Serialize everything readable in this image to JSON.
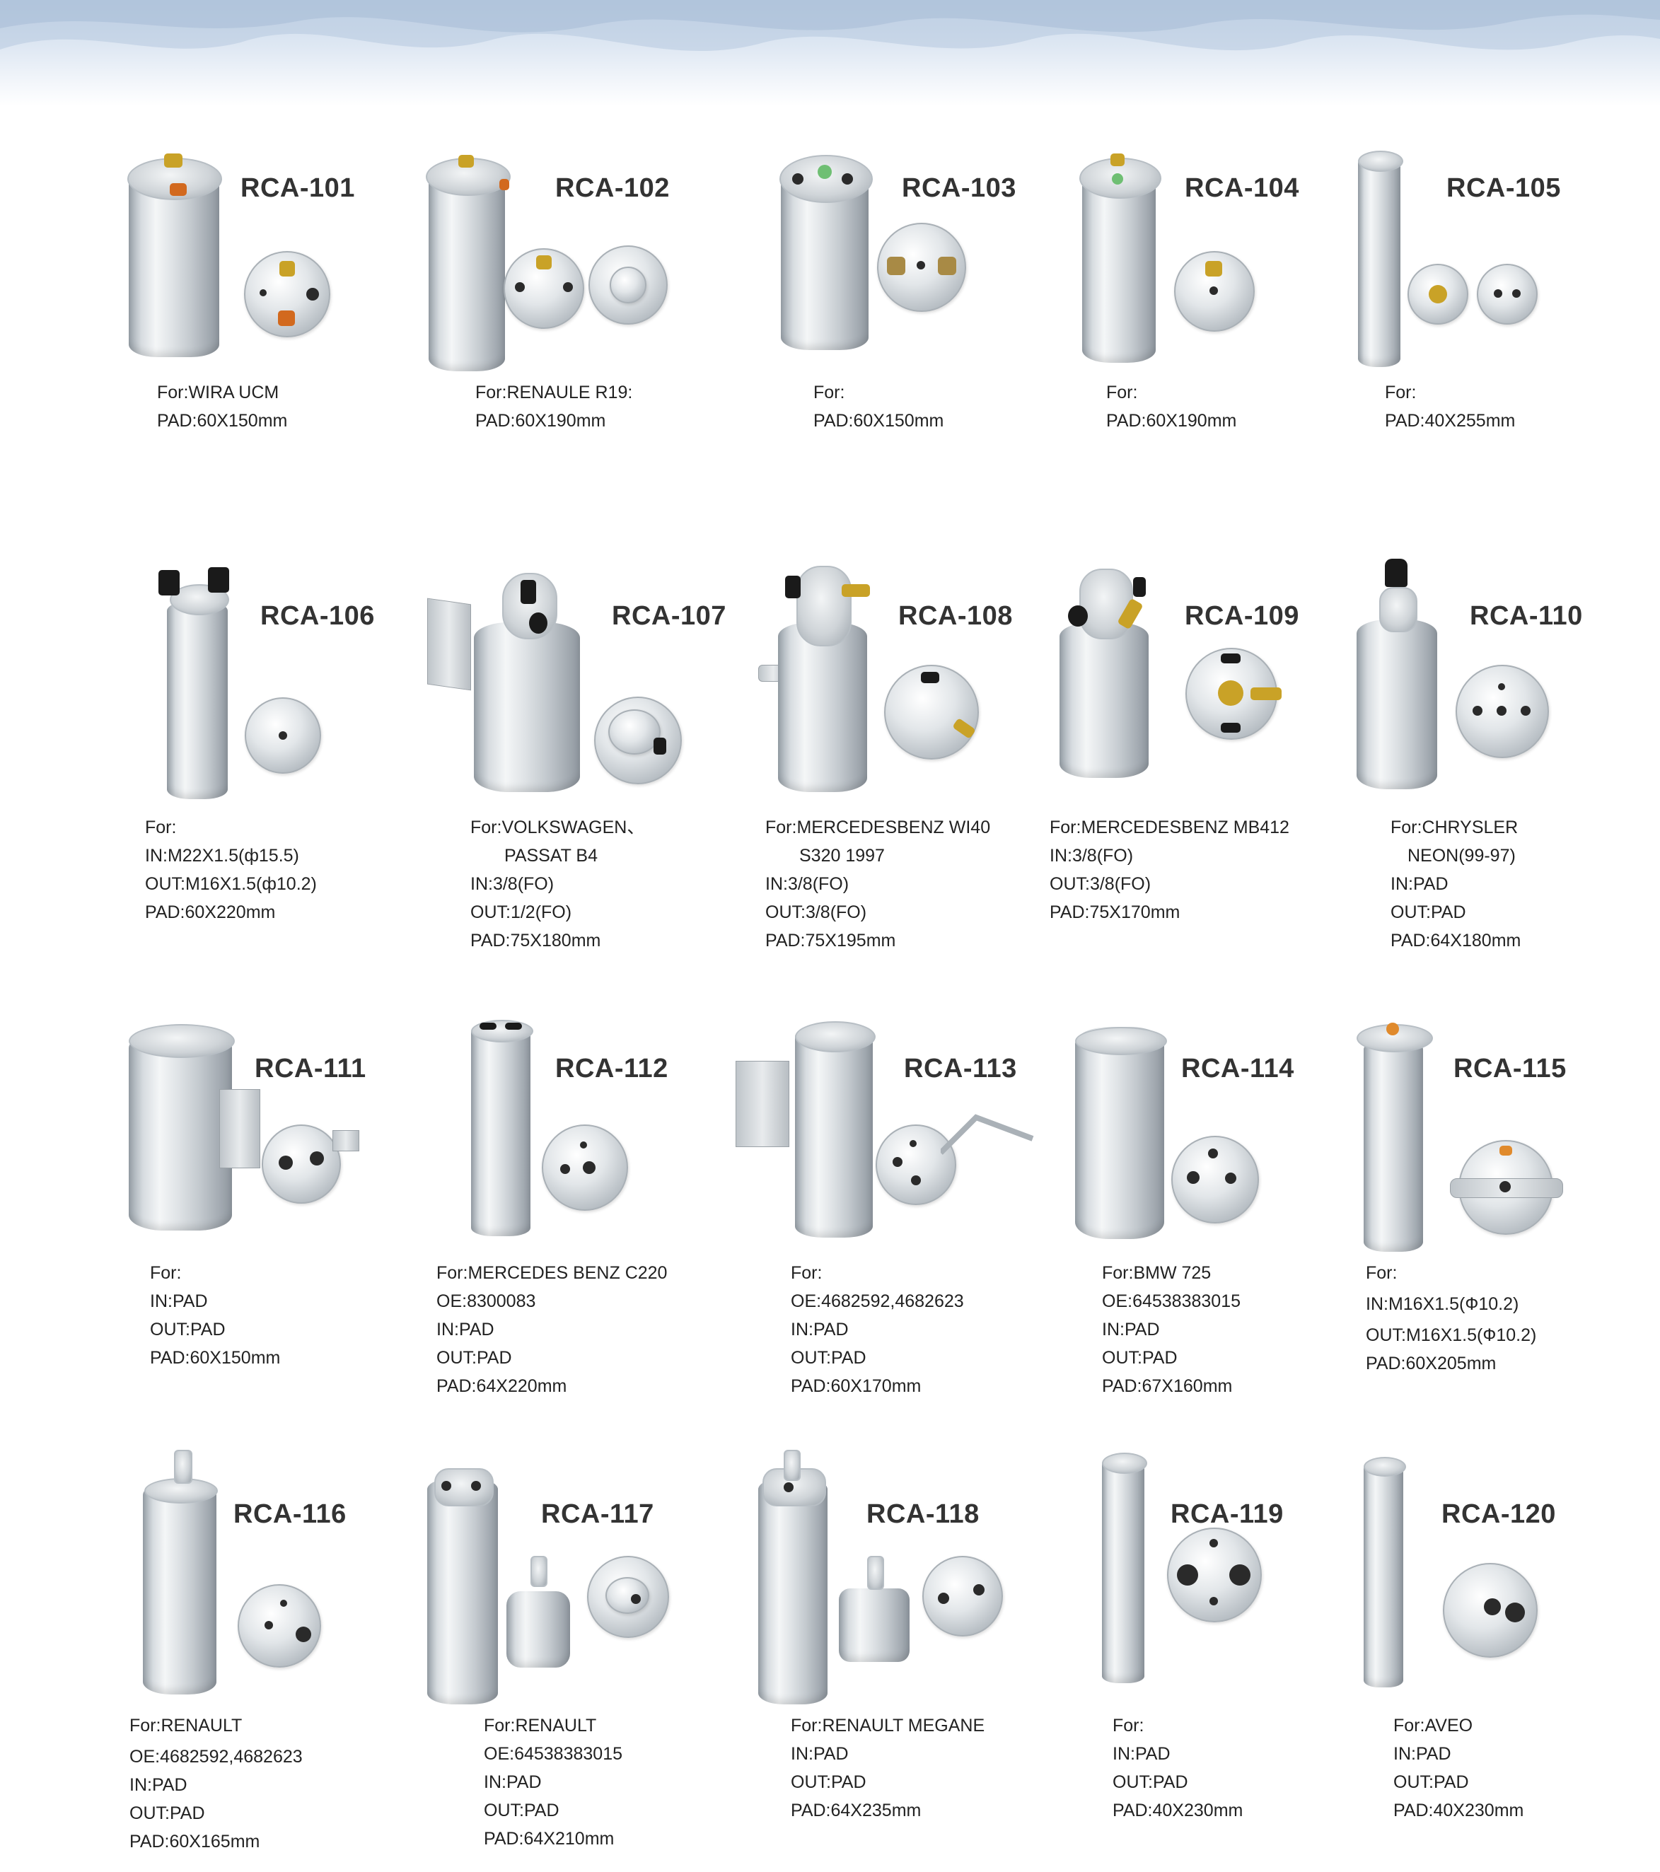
{
  "products": [
    {
      "code": "RCA-101",
      "specs": [
        "For:WIRA UCM",
        "PAD:60X150mm"
      ]
    },
    {
      "code": "RCA-102",
      "specs": [
        "For:RENAULE R19:",
        "PAD:60X190mm"
      ]
    },
    {
      "code": "RCA-103",
      "specs": [
        "For:",
        "PAD:60X150mm"
      ]
    },
    {
      "code": "RCA-104",
      "specs": [
        "For:",
        "PAD:60X190mm"
      ]
    },
    {
      "code": "RCA-105",
      "specs": [
        "For:",
        "PAD:40X255mm"
      ]
    },
    {
      "code": "RCA-106",
      "specs": [
        "For:",
        "IN:M22X1.5(ф15.5)",
        "OUT:M16X1.5(ф10.2)",
        "PAD:60X220mm"
      ]
    },
    {
      "code": "RCA-107",
      "specs": [
        "For:VOLKSWAGEN、",
        "PASSAT B4",
        "IN:3/8(FO)",
        "OUT:1/2(FO)",
        "PAD:75X180mm"
      ]
    },
    {
      "code": "RCA-108",
      "specs": [
        "For:MERCEDESBENZ WI40",
        "S320 1997",
        "IN:3/8(FO)",
        "OUT:3/8(FO)",
        "PAD:75X195mm"
      ]
    },
    {
      "code": "RCA-109",
      "specs": [
        "For:MERCEDESBENZ MB412",
        "IN:3/8(FO)",
        "OUT:3/8(FO)",
        "PAD:75X170mm"
      ]
    },
    {
      "code": "RCA-110",
      "specs": [
        "For:CHRYSLER",
        "NEON(99-97)",
        "IN:PAD",
        "OUT:PAD",
        "PAD:64X180mm"
      ]
    },
    {
      "code": "RCA-111",
      "specs": [
        "For:",
        "IN:PAD",
        "OUT:PAD",
        "PAD:60X150mm"
      ]
    },
    {
      "code": "RCA-112",
      "specs": [
        "For:MERCEDES BENZ C220",
        "OE:8300083",
        "IN:PAD",
        "OUT:PAD",
        "PAD:64X220mm"
      ]
    },
    {
      "code": "RCA-113",
      "specs": [
        "For:",
        "OE:4682592,4682623",
        "IN:PAD",
        "OUT:PAD",
        "PAD:60X170mm"
      ]
    },
    {
      "code": "RCA-114",
      "specs": [
        "For:BMW 725",
        "OE:64538383015",
        "IN:PAD",
        "OUT:PAD",
        "PAD:67X160mm"
      ]
    },
    {
      "code": "RCA-115",
      "specs": [
        "For:",
        "IN:M16X1.5(Ф10.2)",
        "OUT:M16X1.5(Ф10.2)",
        "PAD:60X205mm"
      ]
    },
    {
      "code": "RCA-116",
      "specs": [
        "For:RENAULT",
        "OE:4682592,4682623",
        "IN:PAD",
        "OUT:PAD",
        "PAD:60X165mm"
      ]
    },
    {
      "code": "RCA-117",
      "specs": [
        "For:RENAULT",
        "OE:64538383015",
        "IN:PAD",
        "OUT:PAD",
        "PAD:64X210mm"
      ]
    },
    {
      "code": "RCA-118",
      "specs": [
        "For:RENAULT MEGANE",
        "IN:PAD",
        "OUT:PAD",
        "PAD:64X235mm"
      ]
    },
    {
      "code": "RCA-119",
      "specs": [
        "For:",
        "IN:PAD",
        "OUT:PAD",
        "PAD:40X230mm"
      ]
    },
    {
      "code": "RCA-120",
      "specs": [
        "For:AVEO",
        "IN:PAD",
        "OUT:PAD",
        "PAD:40X230mm"
      ]
    }
  ],
  "colors": {
    "text": "#222222",
    "code": "#333333",
    "aluminium": "#d7dce0",
    "brass": "#c9a227",
    "copper": "#d2691e",
    "rubber_cap": "#1a1a1a",
    "banner": "#c9d9ec"
  }
}
